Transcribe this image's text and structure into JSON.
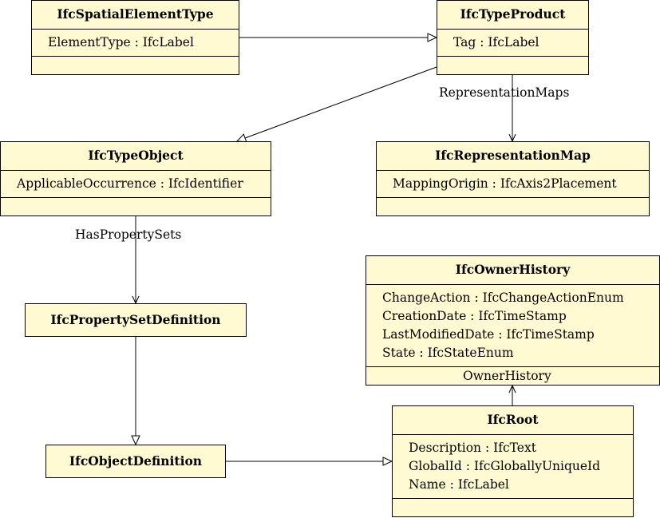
{
  "classes": {
    "spatial_element_type": {
      "name": "IfcSpatialElementType",
      "attrs": [
        "ElementType : IfcLabel"
      ]
    },
    "type_product": {
      "name": "IfcTypeProduct",
      "attrs": [
        "Tag : IfcLabel"
      ]
    },
    "type_object": {
      "name": "IfcTypeObject",
      "attrs": [
        "ApplicableOccurrence : IfcIdentifier"
      ]
    },
    "representation_map": {
      "name": "IfcRepresentationMap",
      "attrs": [
        "MappingOrigin : IfcAxis2Placement"
      ]
    },
    "owner_history": {
      "name": "IfcOwnerHistory",
      "attrs": [
        "ChangeAction : IfcChangeActionEnum",
        "CreationDate : IfcTimeStamp",
        "LastModifiedDate : IfcTimeStamp",
        "State : IfcStateEnum"
      ]
    },
    "property_set_definition": {
      "name": "IfcPropertySetDefinition"
    },
    "object_definition": {
      "name": "IfcObjectDefinition"
    },
    "root": {
      "name": "IfcRoot",
      "attrs": [
        "Description : IfcText",
        "GlobalId : IfcGloballyUniqueId",
        "Name : IfcLabel"
      ]
    }
  },
  "associations": {
    "representation_maps": "RepresentationMaps",
    "has_property_sets": "HasPropertySets",
    "owner_history": "OwnerHistory"
  }
}
